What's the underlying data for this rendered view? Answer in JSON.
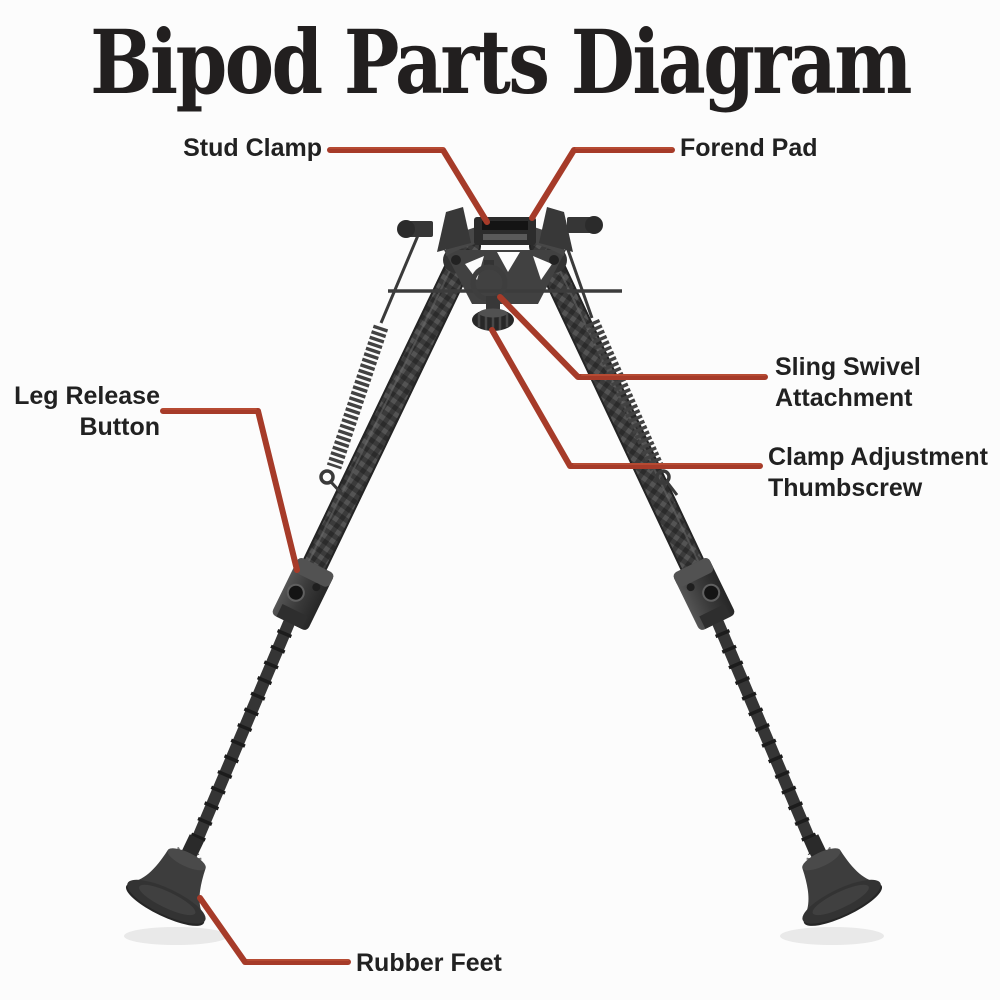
{
  "title": "Bipod Parts Diagram",
  "labels": [
    {
      "id": "stud-clamp",
      "lines": [
        "Stud Clamp"
      ]
    },
    {
      "id": "forend-pad",
      "lines": [
        "Forend Pad"
      ]
    },
    {
      "id": "leg-release-button",
      "lines": [
        "Leg Release",
        "Button"
      ]
    },
    {
      "id": "sling-swivel-attachment",
      "lines": [
        "Sling Swivel",
        "Attachment"
      ]
    },
    {
      "id": "clamp-adjustment-thumbscrew",
      "lines": [
        "Clamp Adjustment",
        "Thumbscrew"
      ]
    },
    {
      "id": "rubber-feet",
      "lines": [
        "Rubber Feet"
      ]
    }
  ],
  "colors": {
    "background": "#fcfcfc",
    "title_text": "#221f1f",
    "label_text": "#212121",
    "leader_line": "#a63b29",
    "bipod_metal_dark": "#2c2c2c",
    "bipod_metal_mid": "#3e3e3e",
    "bipod_metal_light": "#565656"
  },
  "diagram": {
    "subject": "rifle bipod",
    "part_names": [
      "Stud Clamp",
      "Forend Pad",
      "Leg Release Button",
      "Sling Swivel Attachment",
      "Clamp Adjustment Thumbscrew",
      "Rubber Feet"
    ]
  }
}
